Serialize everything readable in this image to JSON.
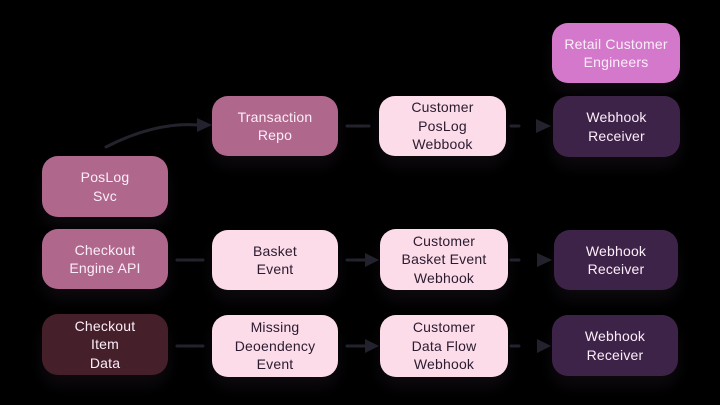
{
  "diagram": {
    "background": "#000000",
    "connector_color": "#23232e",
    "nodes": {
      "retail_customer_engineers": {
        "label": "Retail Customer\nEngineers",
        "bg": "#d478cc",
        "text_color": "#fbeef8"
      },
      "transaction_repo": {
        "label": "Transaction\nRepo",
        "bg": "#b0678c",
        "text_color": "#fbeef8"
      },
      "customer_poslog_webbook": {
        "label": "Customer\nPosLog\nWebbook",
        "bg": "#fbdce8",
        "text_color": "#2b1b30"
      },
      "webhook_receiver_1": {
        "label": "Webhook\nReceiver",
        "bg": "#3e2349",
        "text_color": "#fbeef8"
      },
      "poslog_svc": {
        "label": "PosLog\nSvc",
        "bg": "#b0678c",
        "text_color": "#fbeef8"
      },
      "checkout_engine_api": {
        "label": "Checkout\nEngine API",
        "bg": "#b0678c",
        "text_color": "#fbeef8"
      },
      "basket_event": {
        "label": "Basket\nEvent",
        "bg": "#fbdce8",
        "text_color": "#2b1b30"
      },
      "customer_basket_event_webhook": {
        "label": "Customer\nBasket Event\nWebhook",
        "bg": "#fbdce8",
        "text_color": "#2b1b30"
      },
      "webhook_receiver_2": {
        "label": "Webhook\nReceiver",
        "bg": "#3e2349",
        "text_color": "#fbeef8"
      },
      "checkout_item_data": {
        "label": "Checkout\nItem\nData",
        "bg": "#451f2a",
        "text_color": "#fbeef8"
      },
      "missing_deoendency_event": {
        "label": "Missing\nDeoendency\nEvent",
        "bg": "#fbdce8",
        "text_color": "#2b1b30"
      },
      "customer_data_flow_webhook": {
        "label": "Customer\nData Flow\nWebhook",
        "bg": "#fbdce8",
        "text_color": "#2b1b30"
      },
      "webhook_receiver_3": {
        "label": "Webhook\nReceiver",
        "bg": "#3e2349",
        "text_color": "#fbeef8"
      }
    },
    "edges": [
      {
        "from": "poslog_svc",
        "to": "transaction_repo",
        "type": "curved-arrow"
      },
      {
        "from": "transaction_repo",
        "to": "customer_poslog_webbook",
        "type": "dash"
      },
      {
        "from": "customer_poslog_webbook",
        "to": "webhook_receiver_1",
        "type": "dash-arrow"
      },
      {
        "from": "checkout_engine_api",
        "to": "basket_event",
        "type": "dash"
      },
      {
        "from": "basket_event",
        "to": "customer_basket_event_webhook",
        "type": "arrow"
      },
      {
        "from": "customer_basket_event_webhook",
        "to": "webhook_receiver_2",
        "type": "dash-arrow"
      },
      {
        "from": "checkout_item_data",
        "to": "missing_deoendency_event",
        "type": "dash"
      },
      {
        "from": "missing_deoendency_event",
        "to": "customer_data_flow_webhook",
        "type": "arrow"
      },
      {
        "from": "customer_data_flow_webhook",
        "to": "webhook_receiver_3",
        "type": "dash-arrow"
      }
    ]
  }
}
